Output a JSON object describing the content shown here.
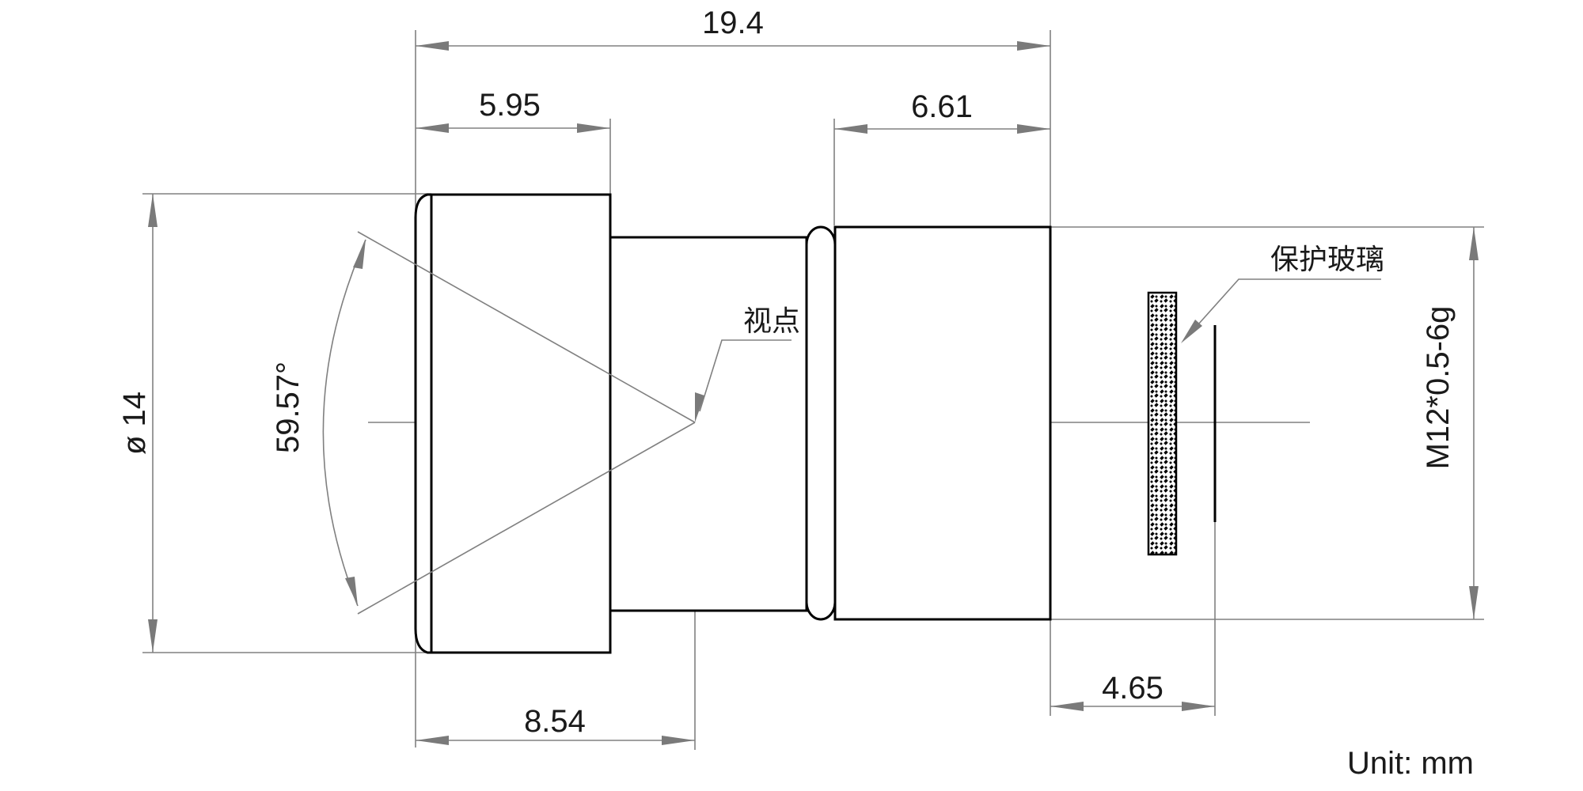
{
  "dimensions": {
    "total_length": "19.4",
    "front_length": "5.95",
    "rear_length": "6.61",
    "viewpoint_distance": "8.54",
    "glass_distance": "4.65",
    "diameter": "ø 14",
    "field_angle": "59.57°",
    "thread": "M12*0.5-6g"
  },
  "labels": {
    "viewpoint": "视点",
    "protective_glass": "保护玻璃",
    "unit": "Unit: mm"
  },
  "colors": {
    "outline": "#000000",
    "dimension_line": "#808080",
    "text": "#1a1a1a"
  }
}
